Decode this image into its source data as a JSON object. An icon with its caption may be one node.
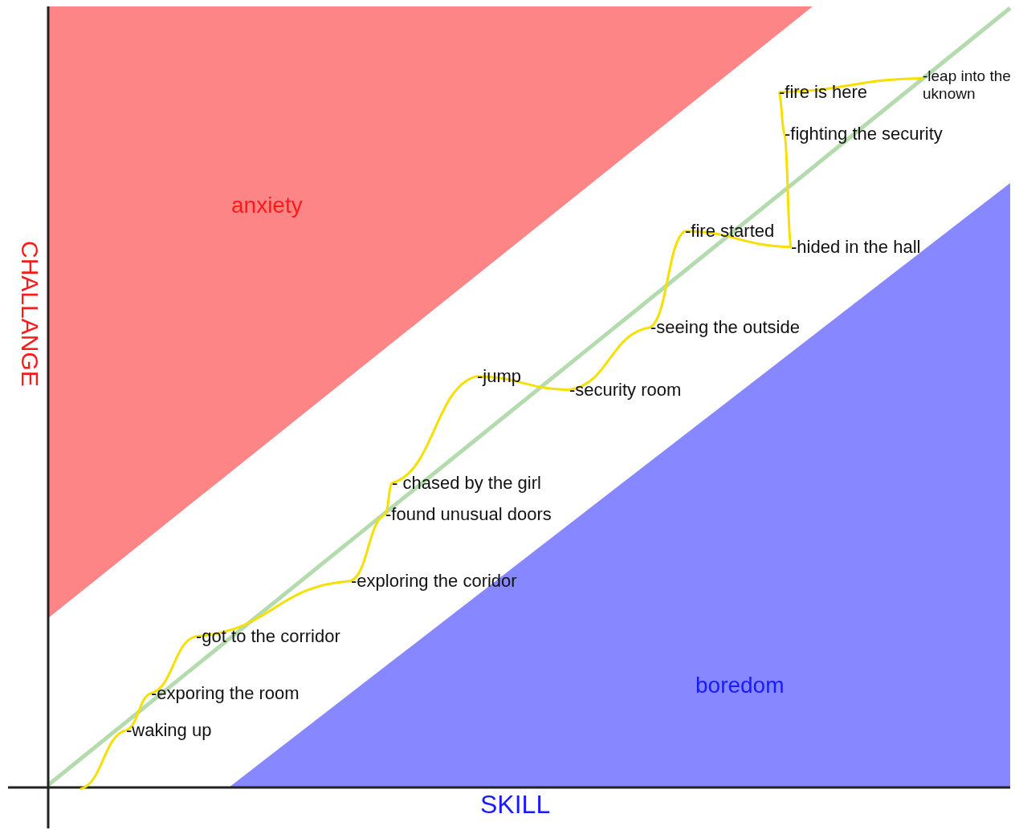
{
  "diagram": {
    "nodes": [
      {
        "text": [
          "anxiety"
        ]
      },
      {
        "text": [
          "boredom"
        ]
      },
      {
        "text": [
          "-waking up"
        ]
      },
      {
        "text": [
          "-exporing the room"
        ]
      },
      {
        "text": [
          "-got to the corridor"
        ]
      },
      {
        "text": [
          "-exploring the coridor"
        ]
      },
      {
        "text": [
          "-found unusual doors"
        ]
      },
      {
        "text": [
          "- chased by the girl"
        ]
      },
      {
        "text": [
          "-jump"
        ]
      },
      {
        "text": [
          "-security room"
        ]
      },
      {
        "text": [
          "-seeing the outside"
        ]
      },
      {
        "text": [
          "-fire started"
        ]
      },
      {
        "text": [
          "-hided in the hall"
        ]
      },
      {
        "text": [
          "-fighting the security"
        ]
      },
      {
        "text": [
          "-fire is here"
        ]
      },
      {
        "text": [
          "-leap into the uknown"
        ]
      }
    ],
    "edges": [
      {
        "from": null,
        "to": 2,
        "arrow": "none"
      },
      {
        "from": 2,
        "to": 3,
        "arrow": "none"
      },
      {
        "from": 3,
        "to": 4,
        "arrow": "none"
      },
      {
        "from": 4,
        "to": 5,
        "arrow": "none"
      },
      {
        "from": 5,
        "to": 6,
        "arrow": "none"
      },
      {
        "from": 6,
        "to": 7,
        "arrow": "none"
      },
      {
        "from": 7,
        "to": 8,
        "arrow": "none"
      },
      {
        "from": 8,
        "to": 9,
        "arrow": "none"
      },
      {
        "from": 9,
        "to": 10,
        "arrow": "none"
      },
      {
        "from": 10,
        "to": 11,
        "arrow": "none"
      },
      {
        "from": 11,
        "to": 12,
        "arrow": "none"
      },
      {
        "from": 12,
        "to": 13,
        "arrow": "none"
      },
      {
        "from": 13,
        "to": 14,
        "arrow": "none"
      },
      {
        "from": 14,
        "to": 15,
        "arrow": "none"
      }
    ],
    "labels": [
      "CHALLANGE",
      "SKILL"
    ]
  }
}
